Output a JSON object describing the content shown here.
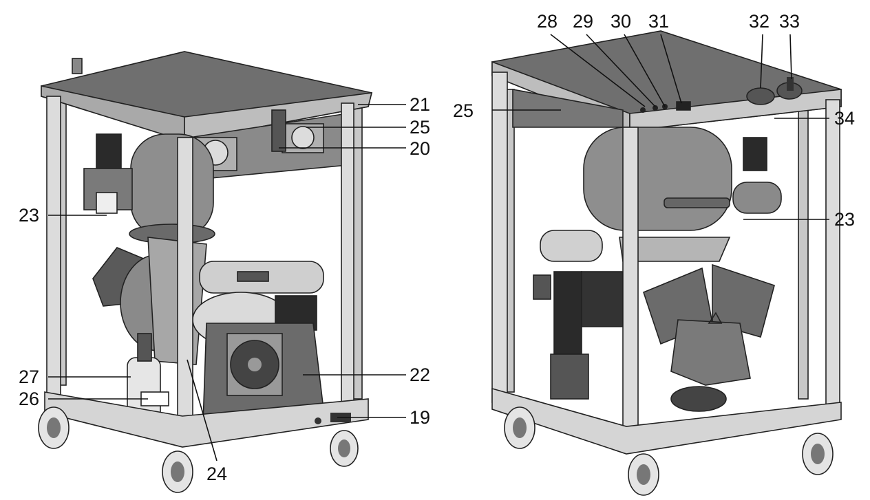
{
  "left_view": {
    "callouts": [
      "21",
      "25",
      "20",
      "23",
      "22",
      "27",
      "26",
      "19",
      "24"
    ]
  },
  "right_view": {
    "callouts": [
      "28",
      "29",
      "30",
      "31",
      "32",
      "33",
      "25",
      "34",
      "23"
    ]
  },
  "palette": {
    "frame_light": "#dcdcdc",
    "frame_mid": "#b9b9b9",
    "top_dark": "#6f6f6f",
    "body_mid": "#8e8e8e",
    "body_dark": "#5a5a5a",
    "black": "#1f1f1f"
  }
}
